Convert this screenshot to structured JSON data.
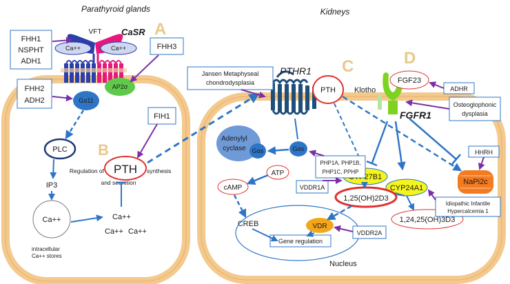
{
  "colors": {
    "cell_fill": "#fbe7cf",
    "cell_border": "#f3c98e",
    "arrow_blue": "#2e75c6",
    "arrow_purple": "#7a2fa8",
    "receptor_blue": "#2b3fa8",
    "receptor_pink": "#e5197d",
    "pthr_navy": "#1f4e79",
    "fgfr_green": "#7ed321",
    "enzyme_yellow": "#f5f51c",
    "vdr_orange": "#f2a71b",
    "napi_orange": "#f47b20",
    "oval_red": "#e03030",
    "panel_letter": "#e8c98c"
  },
  "sections": {
    "parathyroid": "Parathyroid glands",
    "kidneys": "Kidneys"
  },
  "panel_letters": {
    "a": "A",
    "b": "B",
    "c": "C",
    "d": "D"
  },
  "parathyroid": {
    "receptor_name": "CaSR",
    "vft": "VFT",
    "ca_left": "Ca++",
    "ca_right": "Ca++",
    "ap2s": "AP2σ",
    "ga11": "Gα11",
    "plc": "PLC",
    "ip3": "IP3",
    "ca_store": "Ca++",
    "store_label_1": "intracellular",
    "store_label_2": "Ca++ stores",
    "ca_free_1": "Ca++",
    "ca_free_2": "Ca++",
    "ca_free_3": "Ca++",
    "pth": "PTH",
    "regulation_left": "Regulation of",
    "regulation_right": "synthesis",
    "regulation_line2": "and secretion"
  },
  "boxes": {
    "fhh1": [
      "FHH1",
      "NSPHT",
      "ADH1"
    ],
    "fhh3": "FHH3",
    "fhh2": [
      "FHH2",
      "ADH2"
    ],
    "fih1": "FIH1",
    "jansen": [
      "Jansen Metaphyseal",
      "chondrodysplasia"
    ],
    "php": [
      "PHP1A, PHP1B,",
      "PHP1C, PPHP"
    ],
    "vddr1a": "VDDR1A",
    "vddr2a": "VDDR2A",
    "adhr": "ADHR",
    "osteo": [
      "Osteoglophonic",
      "dysplasia"
    ],
    "hhrh": "HHRH",
    "iih": [
      "Idiopathic Infantile",
      "Hypercalcemia 1"
    ]
  },
  "kidney": {
    "pthr1": "PTHR1",
    "adenylyl_1": "Adenylyl",
    "adenylyl_2": "cyclase",
    "gas_left": "Gαs",
    "gas_right": "Gαs",
    "atp": "ATP",
    "camp": "cAMP",
    "creb": "CREB",
    "pth": "PTH",
    "klotho": "Klotho",
    "fgf23": "FGF23",
    "fgfr1": "FGFR1",
    "cyp27b1": "CYP27B1",
    "cyp24a1": "CYP24A1",
    "vitd": "1,25(OH)2D3",
    "vitd24": "1,24,25(OH)3D3",
    "vdr": "VDR",
    "gene_regulation": "Gene regulation",
    "nucleus": "Nucleus",
    "napi2c": "NaPi2c"
  }
}
